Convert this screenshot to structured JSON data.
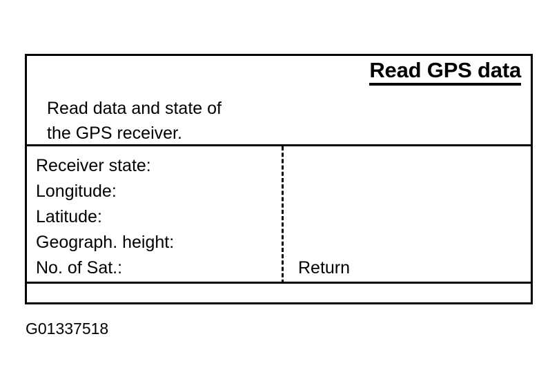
{
  "screen": {
    "title": "Read GPS data",
    "description": "Read data and state of\nthe GPS receiver.",
    "fields": [
      {
        "label": "Receiver state:",
        "value": ""
      },
      {
        "label": "Longitude:",
        "value": ""
      },
      {
        "label": "Latitude:",
        "value": ""
      },
      {
        "label": "Geograph. height:",
        "value": ""
      },
      {
        "label": "No. of Sat.:",
        "value": ""
      }
    ],
    "return_label": "Return"
  },
  "figure": {
    "caption": "G01337518"
  },
  "colors": {
    "ink": "#000000",
    "paper": "#ffffff"
  }
}
